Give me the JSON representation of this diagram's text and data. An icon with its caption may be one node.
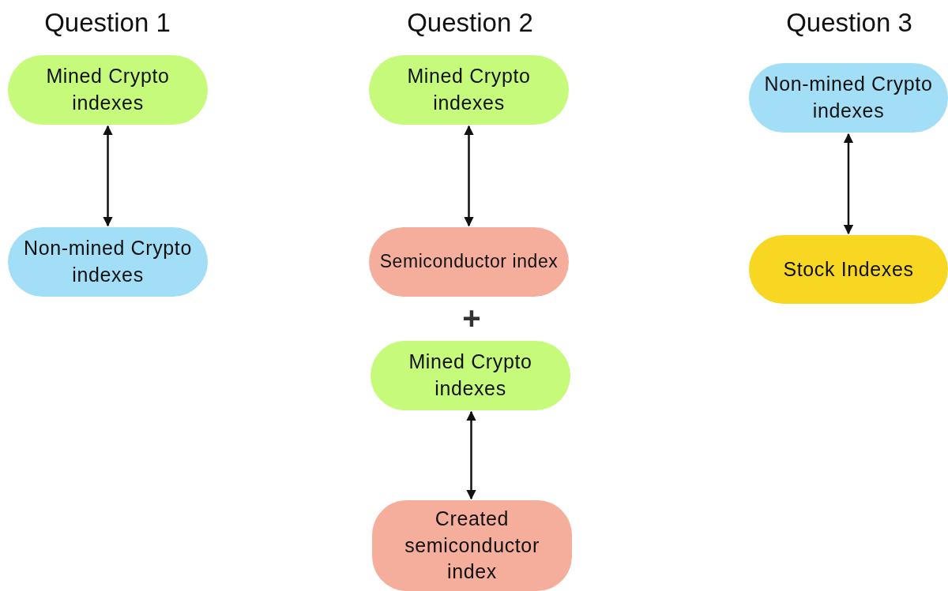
{
  "diagram": {
    "nodes": [
      {
        "text": [
          "Mined Crypto indexes"
        ]
      },
      {
        "text": [
          "Non-mined Crypto indexes"
        ]
      },
      {
        "text": [
          "Mined Crypto indexes"
        ]
      },
      {
        "text": [
          "Semiconductor index"
        ]
      },
      {
        "text": [
          "Mined Crypto indexes"
        ]
      },
      {
        "text": [
          "Created semiconductor index"
        ]
      },
      {
        "text": [
          "Non-mined Crypto indexes"
        ]
      },
      {
        "text": [
          "Stock Indexes"
        ]
      }
    ],
    "edges": [
      {
        "from": 0,
        "to": 1,
        "arrow": "both"
      },
      {
        "from": 2,
        "to": 3,
        "arrow": "both"
      },
      {
        "from": 4,
        "to": 5,
        "arrow": "both"
      },
      {
        "from": 6,
        "to": 7,
        "arrow": "both"
      }
    ],
    "labels": [
      "Question 1",
      "Question 2",
      "Question 3",
      "+"
    ]
  }
}
